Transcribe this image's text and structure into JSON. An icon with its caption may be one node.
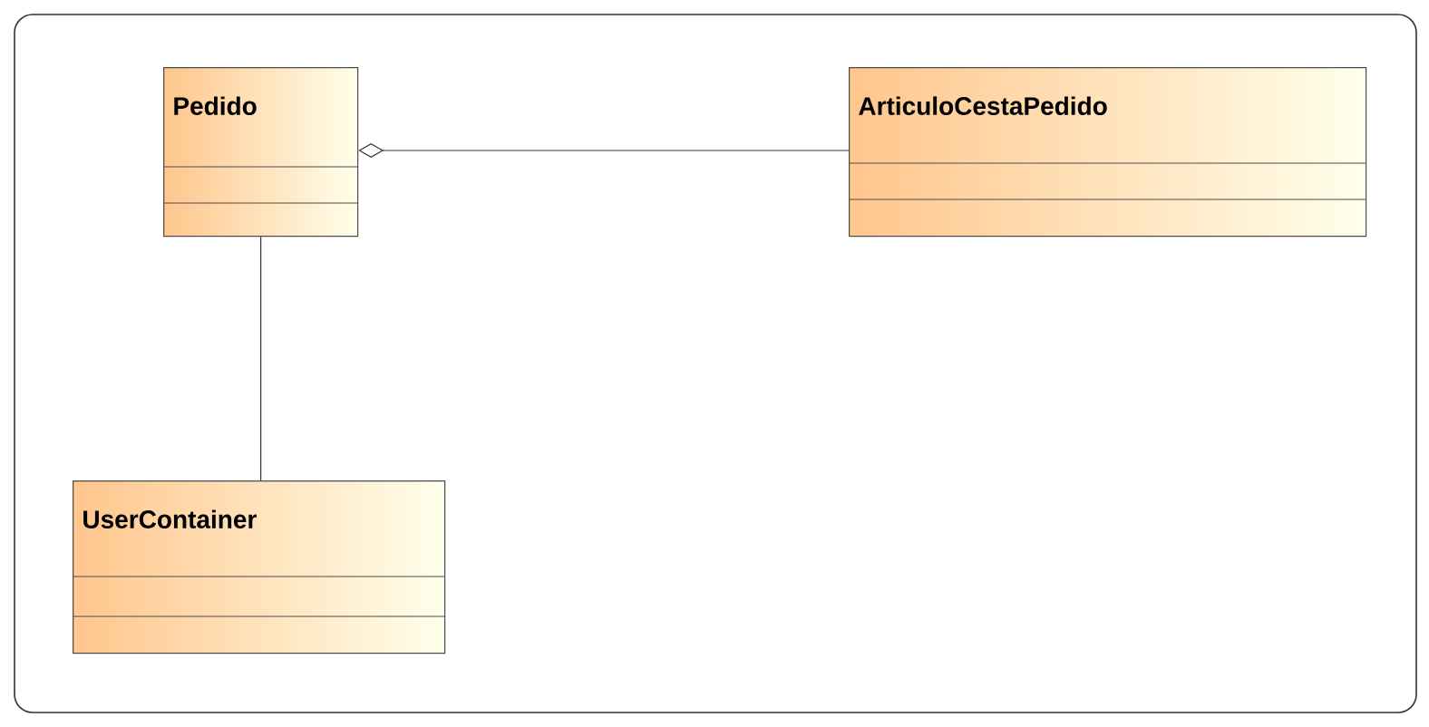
{
  "diagram": {
    "nodes": [
      {
        "text": [
          "Pedido"
        ]
      },
      {
        "text": [
          "ArticuloCestaPedido"
        ]
      },
      {
        "text": [
          "UserContainer"
        ]
      }
    ],
    "edges": [
      {
        "from": 0,
        "to": 1,
        "arrow": "other"
      },
      {
        "from": 0,
        "to": 2,
        "arrow": "none"
      }
    ]
  }
}
